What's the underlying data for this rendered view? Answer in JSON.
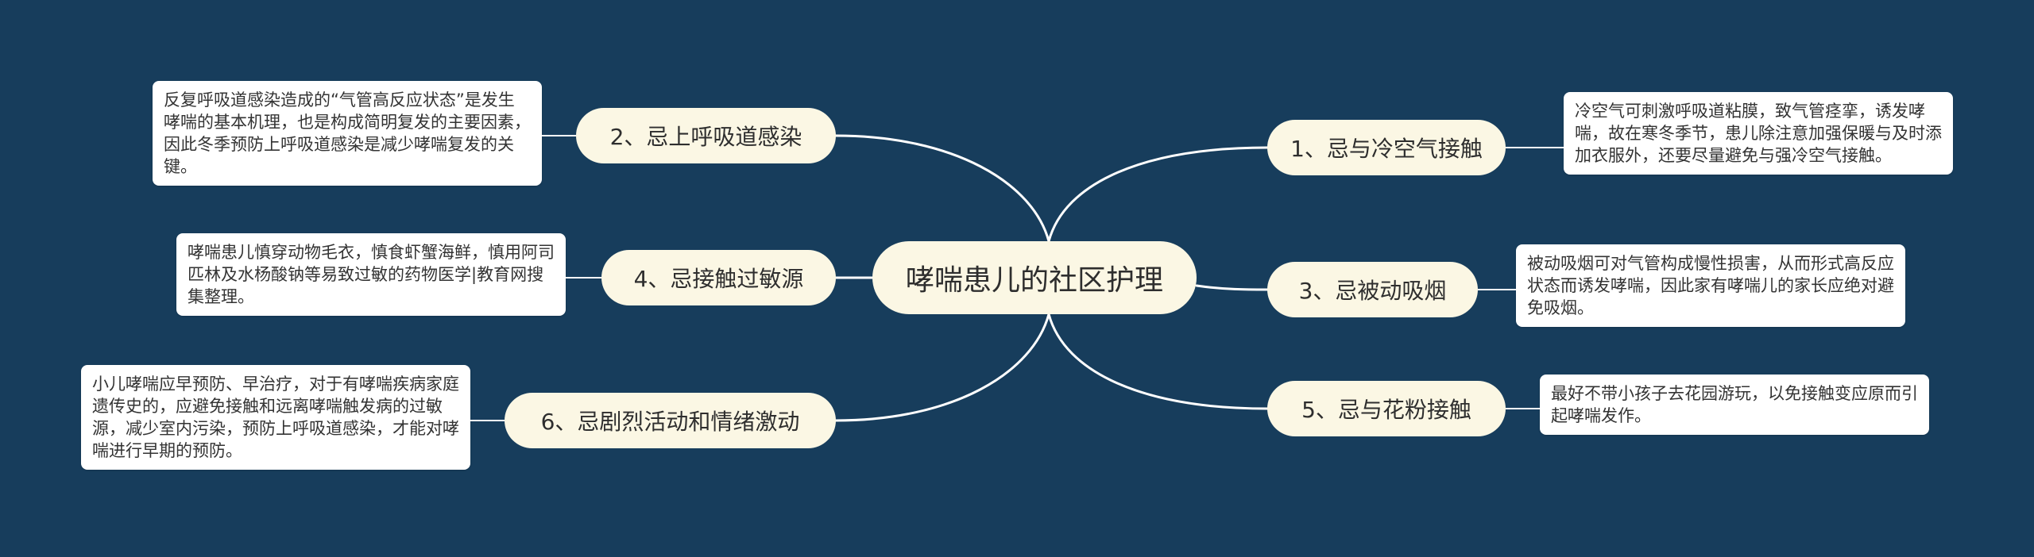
{
  "root": {
    "title": "哮喘患儿的社区护理"
  },
  "branches": [
    {
      "id": "b1",
      "label": "1、忌与冷空气接触",
      "note": "冷空气可刺激呼吸道粘膜，致气管痉挛，诱发哮喘，故在寒冬季节，患儿除注意加强保暖与及时添加衣服外，还要尽量避免与强冷空气接触。"
    },
    {
      "id": "b2",
      "label": "2、忌上呼吸道感染",
      "note": "反复呼吸道感染造成的“气管高反应状态”是发生哮喘的基本机理，也是构成简明复发的主要因素，因此冬季预防上呼吸道感染是减少哮喘复发的关键。"
    },
    {
      "id": "b3",
      "label": "3、忌被动吸烟",
      "note": "被动吸烟可对气管构成慢性损害，从而形式高反应状态而诱发哮喘，因此家有哮喘儿的家长应绝对避免吸烟。"
    },
    {
      "id": "b4",
      "label": "4、忌接触过敏源",
      "note": "哮喘患儿慎穿动物毛衣，慎食虾蟹海鲜，慎用阿司匹林及水杨酸钠等易致过敏的药物医学|教育网搜集整理。"
    },
    {
      "id": "b5",
      "label": "5、忌与花粉接触",
      "note": "最好不带小孩子去花园游玩，以免接触变应原而引起哮喘发作。"
    },
    {
      "id": "b6",
      "label": "6、忌剧烈活动和情绪激动",
      "note": "小儿哮喘应早预防、早治疗，对于有哮喘疾病家庭遗传史的，应避免接触和远离哮喘触发病的过敏源，减少室内污染，预防上呼吸道感染，才能对哮喘进行早期的预防。"
    }
  ],
  "colors": {
    "background": "#173d5c",
    "node_fill": "#fbf7e4",
    "note_fill": "#ffffff",
    "connector": "#ffffff"
  }
}
